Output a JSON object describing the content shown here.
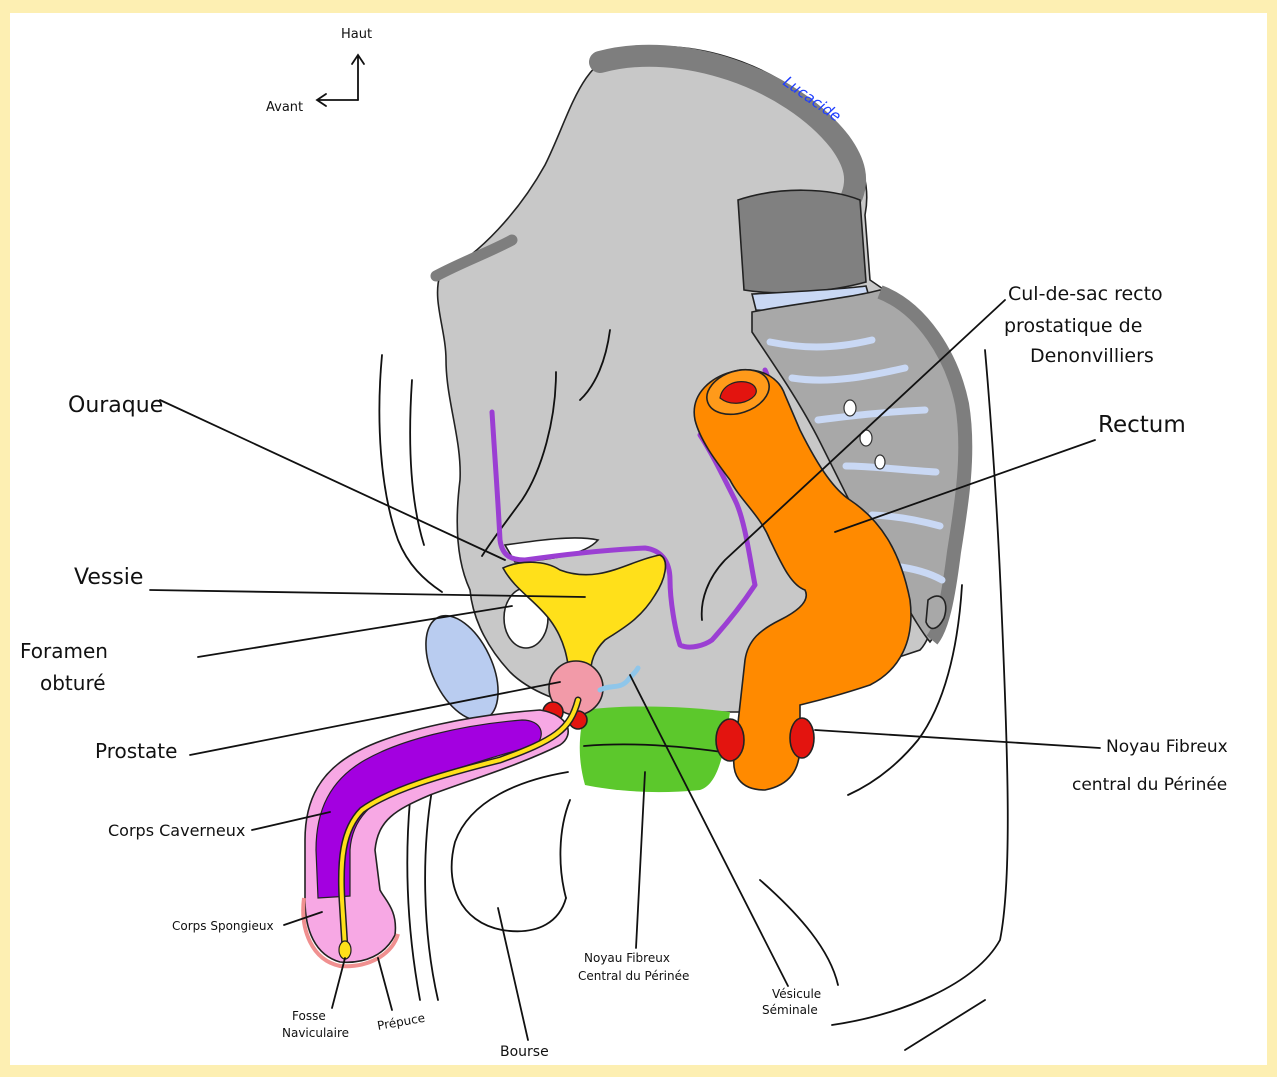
{
  "orientation": {
    "up": "Haut",
    "front": "Avant"
  },
  "signature": "Lucacide",
  "labels": {
    "cul_de_sac": [
      "Cul-de-sac recto",
      "prostatique de",
      "Denonvilliers"
    ],
    "ouraque": "Ouraque",
    "rectum": "Rectum",
    "vessie": "Vessie",
    "foramen_obture": [
      "Foramen",
      "obturé"
    ],
    "prostate": "Prostate",
    "noyau_fibreux_right": [
      "Noyau Fibreux",
      "central du Périnée"
    ],
    "corps_caverneux": "Corps Caverneux",
    "corps_spongieux": "Corps Spongieux",
    "fosse_naviculaire": [
      "Fosse",
      "Naviculaire"
    ],
    "prepuce": "Prépuce",
    "bourse": "Bourse",
    "noyau_fibreux_bottom": [
      "Noyau Fibreux",
      "Central du Périnée"
    ],
    "vesicule_seminale": [
      "Vésicule",
      "Séminale"
    ]
  },
  "colors": {
    "frame": "#fdefb2",
    "pelvis_gray": "#c8c8c8",
    "dark_gray": "#808080",
    "vertebra": "#a8a8a8",
    "disc_blue": "#c9d8f4",
    "rectum": "#ff8a00",
    "rectum_lumen": "#e3140f",
    "bladder": "#ffe01a",
    "peritoneum_line": "#9b3fd3",
    "prostate": "#f29aa8",
    "nodule_red": "#e3140f",
    "perineal_green": "#5cc82c",
    "symphysis_blue": "#b9ccf0",
    "penis_pink": "#f7a8e4",
    "corps_caverneux": "#a300e0",
    "urethra": "#ffe01a",
    "signature_blue": "#1d3dff"
  }
}
